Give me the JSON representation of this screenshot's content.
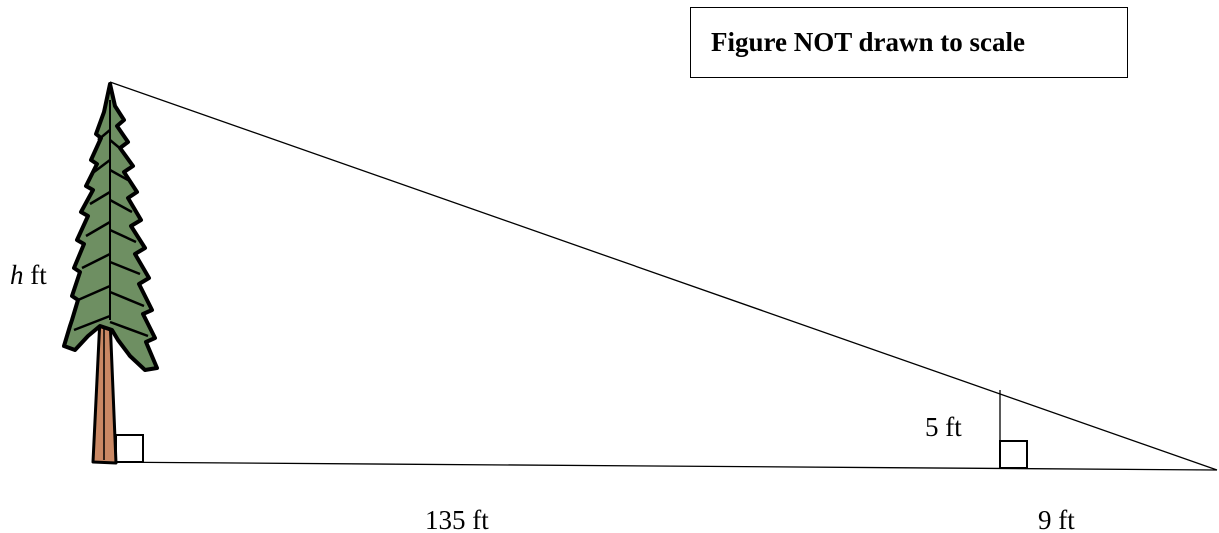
{
  "note": "Figure NOT drawn to scale",
  "labels": {
    "tree_height_var": "h",
    "tree_height_unit": "ft",
    "post_height": "5 ft",
    "tree_to_post": "135 ft",
    "post_to_tip": "9 ft"
  },
  "colors": {
    "foliage": "#6e8f62",
    "trunk": "#c98864",
    "outline": "#000000"
  },
  "icons": [
    "pine-tree-icon",
    "right-angle-marker-icon"
  ]
}
